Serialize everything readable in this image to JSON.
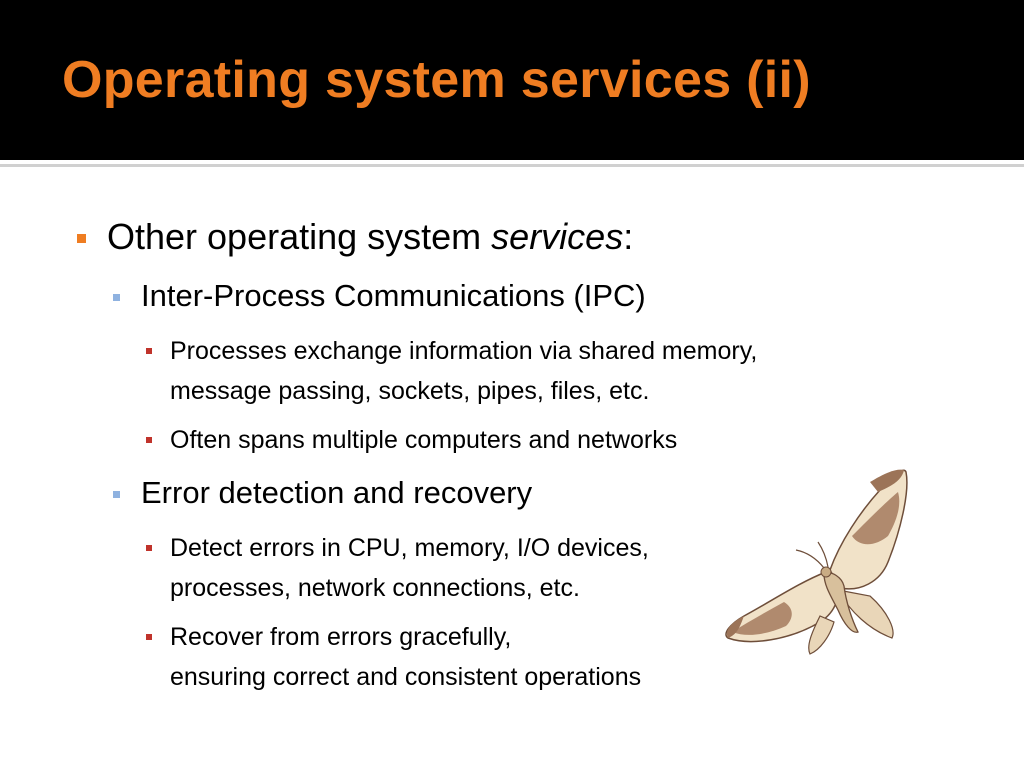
{
  "slide": {
    "title": "Operating system services (ii)",
    "bullet_colors": {
      "level1": "#ef7d22",
      "level2": "#8fb2e0",
      "level3": "#c0332b"
    },
    "items": [
      {
        "text_main": "Other operating system ",
        "text_em": "services",
        "text_tail": ":"
      },
      {
        "text": "Inter-Process Communications (IPC)"
      },
      {
        "line1": "Processes exchange information via shared memory,",
        "line2": "message passing, sockets, pipes, files, etc."
      },
      {
        "text": "Often spans multiple computers and networks"
      },
      {
        "text": "Error detection and recovery"
      },
      {
        "line1": "Detect errors in CPU, memory, I/O devices,",
        "line2": "processes, network connections, etc."
      },
      {
        "line1": "Recover from errors gracefully,",
        "line2": "ensuring correct and consistent operations"
      }
    ],
    "decoration": "moth-illustration"
  }
}
